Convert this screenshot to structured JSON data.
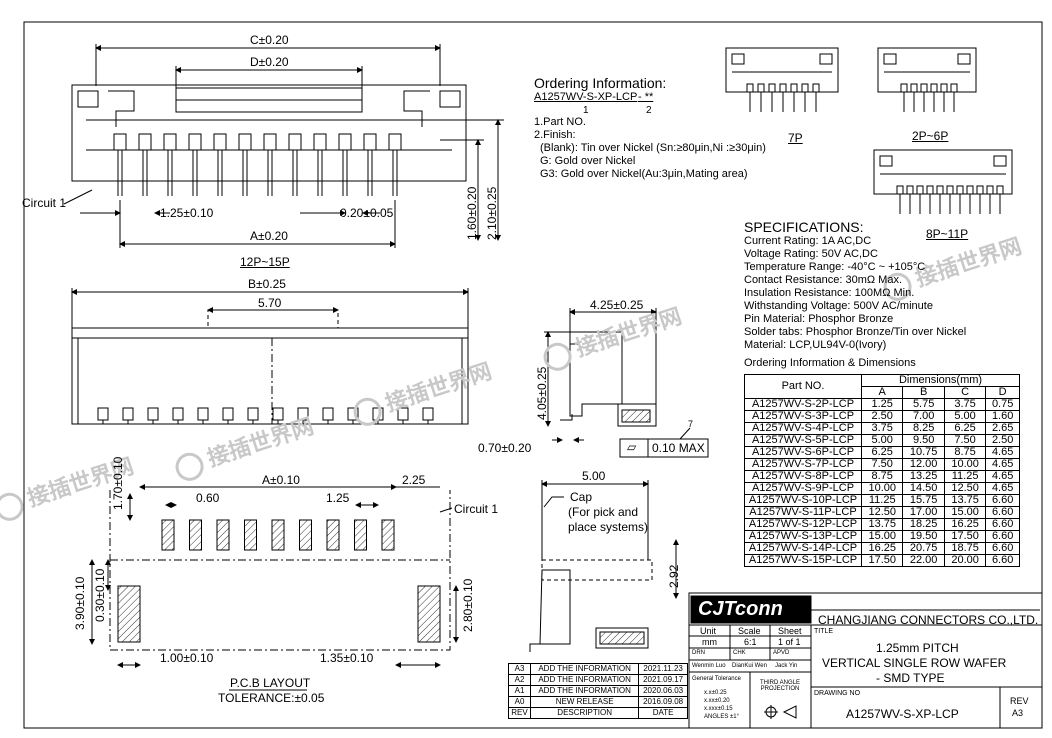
{
  "title_block": {
    "company": "CHANGJIANG CONNECTORS CO.,LTD.",
    "logo": "CJTconn",
    "title_label": "TITLE",
    "title_lines": [
      "1.25mm PITCH",
      "VERTICAL SINGLE ROW WAFER",
      "- SMD TYPE"
    ],
    "drawing_no_label": "DRAWING NO",
    "drawing_no": "A1257WV-S-XP-LCP",
    "rev_label": "REV",
    "rev": "A3",
    "unit_label": "Unit",
    "unit": "mm",
    "scale_label": "Scale",
    "scale": "6:1",
    "sheet_label": "Sheet",
    "sheet": "1 of 1",
    "drn_label": "DRN",
    "drn": "Wenmin Luo",
    "chk_label": "CHK",
    "chk": "DianKui Wen",
    "apvd_label": "APVD",
    "apvd": "Jack Yin",
    "tol_label": "General Tolerance",
    "tol_lines": [
      "x.x±0.25",
      "x.xx±0.20",
      "x.xxx±0.15",
      "ANGLES ±1°"
    ],
    "projection": "THIRD ANGLE PROJECTION"
  },
  "revisions": [
    {
      "rev": "A3",
      "desc": "ADD THE INFORMATION",
      "date": "2021.11.23"
    },
    {
      "rev": "A2",
      "desc": "ADD THE INFORMATION",
      "date": "2021.09.17"
    },
    {
      "rev": "A1",
      "desc": "ADD THE INFORMATION",
      "date": "2020.06.03"
    },
    {
      "rev": "A0",
      "desc": "NEW RELEASE",
      "date": "2016.09.08"
    },
    {
      "rev": "REV",
      "desc": "DESCRIPTION",
      "date": "DATE"
    }
  ],
  "ordering": {
    "heading": "Ordering Information:",
    "code": "A1257WV-S-XP-LCP",
    "suffix": "- **",
    "index1": "1",
    "index2": "2",
    "lines": [
      "1.Part NO.",
      "2.Finish:",
      "(Blank): Tin over Nickel (Sn:≥80μin,Ni :≥30μin)",
      "G: Gold over Nickel",
      "G3: Gold over Nickel(Au:3μin,Mating area)"
    ]
  },
  "specs": {
    "heading": "SPECIFICATIONS:",
    "lines": [
      "Current Rating: 1A AC,DC",
      "Voltage Rating: 50V AC,DC",
      "Temperature Range: -40°C ~ +105°C",
      "Contact Resistance: 30mΩ Max.",
      "Insulation Resistance: 100MΩ Min.",
      "Withstanding Voltage: 500V AC/minute",
      "Pin Material: Phosphor Bronze",
      "Solder tabs: Phosphor Bronze/Tin over Nickel",
      "Material: LCP,UL94V-0(Ivory)"
    ],
    "dims_heading": "Ordering Information & Dimensions"
  },
  "dim_table": {
    "part_header": "Part NO.",
    "group_header": "Dimensions(mm)",
    "cols": [
      "A",
      "B",
      "C",
      "D"
    ],
    "rows": [
      [
        "A1257WV-S-2P-LCP",
        "1.25",
        "5.75",
        "3.75",
        "0.75"
      ],
      [
        "A1257WV-S-3P-LCP",
        "2.50",
        "7.00",
        "5.00",
        "1.60"
      ],
      [
        "A1257WV-S-4P-LCP",
        "3.75",
        "8.25",
        "6.25",
        "2.65"
      ],
      [
        "A1257WV-S-5P-LCP",
        "5.00",
        "9.50",
        "7.50",
        "2.50"
      ],
      [
        "A1257WV-S-6P-LCP",
        "6.25",
        "10.75",
        "8.75",
        "4.65"
      ],
      [
        "A1257WV-S-7P-LCP",
        "7.50",
        "12.00",
        "10.00",
        "4.65"
      ],
      [
        "A1257WV-S-8P-LCP",
        "8.75",
        "13.25",
        "11.25",
        "4.65"
      ],
      [
        "A1257WV-S-9P-LCP",
        "10.00",
        "14.50",
        "12.50",
        "4.65"
      ],
      [
        "A1257WV-S-10P-LCP",
        "11.25",
        "15.75",
        "13.75",
        "6.60"
      ],
      [
        "A1257WV-S-11P-LCP",
        "12.50",
        "17.00",
        "15.00",
        "6.60"
      ],
      [
        "A1257WV-S-12P-LCP",
        "13.75",
        "18.25",
        "16.25",
        "6.60"
      ],
      [
        "A1257WV-S-13P-LCP",
        "15.00",
        "19.50",
        "17.50",
        "6.60"
      ],
      [
        "A1257WV-S-14P-LCP",
        "16.25",
        "20.75",
        "18.75",
        "6.60"
      ],
      [
        "A1257WV-S-15P-LCP",
        "17.50",
        "22.00",
        "20.00",
        "6.60"
      ]
    ]
  },
  "drawing_labels": {
    "c_dim": "C±0.20",
    "d_dim": "D±0.20",
    "circuit1": "Circuit 1",
    "pitch_dim": "1.25±0.10",
    "pin_w_dim": "0.20±0.05",
    "a_dim": "A±0.20",
    "h1_dim": "1.60±0.20",
    "h2_dim": "2.10±0.25",
    "view_12_15": "12P~15P",
    "b_dim": "B±0.25",
    "w570": "5.70",
    "side_w": "4.25±0.25",
    "side_h": "4.05±0.25",
    "foot": "0.70±0.20",
    "flat_sym": "▱",
    "flatness": "0.10 MAX",
    "callout7": "7",
    "view_7p": "7P",
    "view_2_6": "2P~6P",
    "view_8_11": "8P~11P",
    "pcb_a": "A±0.10",
    "pcb_225": "2.25",
    "pcb_060": "0.60",
    "pcb_125": "1.25",
    "pcb_circuit1": "Circuit 1",
    "pcb_170": "1.70±0.10",
    "pcb_390": "3.90±0.10",
    "pcb_030": "0.30±0.10",
    "pcb_280": "2.80±0.10",
    "pcb_100": "1.00±0.10",
    "pcb_135": "1.35±0.10",
    "pcb_title": "P.C.B LAYOUT",
    "pcb_tol": "TOLERANCE:±0.05",
    "cap_w": "5.00",
    "cap_lines": [
      "Cap",
      "(For pick and",
      "place systems)"
    ],
    "cap_h": "2.92"
  },
  "watermark": "接插世界网"
}
